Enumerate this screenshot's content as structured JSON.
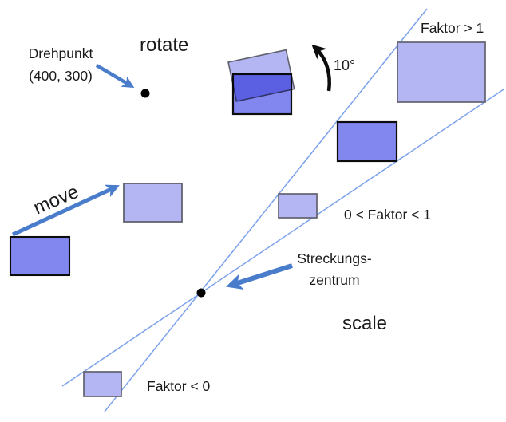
{
  "labels": {
    "drehpunkt_line1": "Drehpunkt",
    "drehpunkt_line2": "(400, 300)",
    "rotate": "rotate",
    "angle": "10°",
    "faktor_gt1": "Faktor > 1",
    "faktor_between": "0 < Faktor < 1",
    "streckungs_line1": "Streckungs-",
    "streckungs_line2": "zentrum",
    "scale": "scale",
    "faktor_lt0": "Faktor < 0",
    "move": "move"
  },
  "colors": {
    "light_fill": "#b3b6f2",
    "medium_fill": "#8287f0",
    "black_border": "#0d0d0d",
    "gray_border": "#62626e",
    "scale_line": "#7da2ec",
    "arrow_blue": "#4a7ccc",
    "arrow_black": "#0d0d0d",
    "dot": "#000000"
  }
}
